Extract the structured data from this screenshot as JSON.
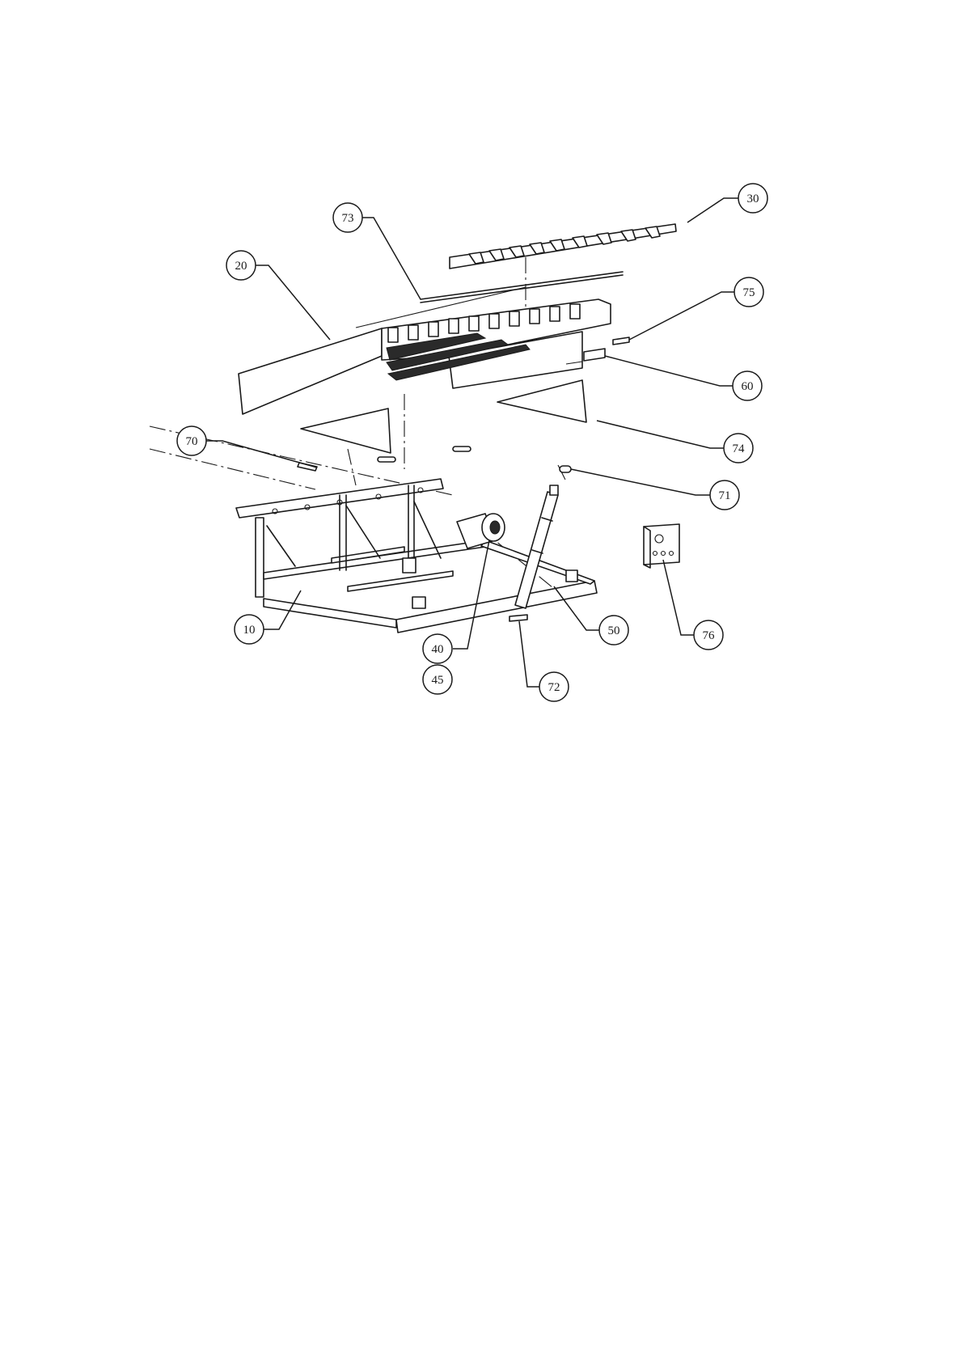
{
  "callouts": [
    {
      "id": "c30",
      "label": "30"
    },
    {
      "id": "c73",
      "label": "73"
    },
    {
      "id": "c20",
      "label": "20"
    },
    {
      "id": "c75",
      "label": "75"
    },
    {
      "id": "c60",
      "label": "60"
    },
    {
      "id": "c74",
      "label": "74"
    },
    {
      "id": "c70",
      "label": "70"
    },
    {
      "id": "c71",
      "label": "71"
    },
    {
      "id": "c10",
      "label": "10"
    },
    {
      "id": "c50",
      "label": "50"
    },
    {
      "id": "c76",
      "label": "76"
    },
    {
      "id": "c40",
      "label": "40"
    },
    {
      "id": "c45",
      "label": "45"
    },
    {
      "id": "c72",
      "label": "72"
    }
  ]
}
